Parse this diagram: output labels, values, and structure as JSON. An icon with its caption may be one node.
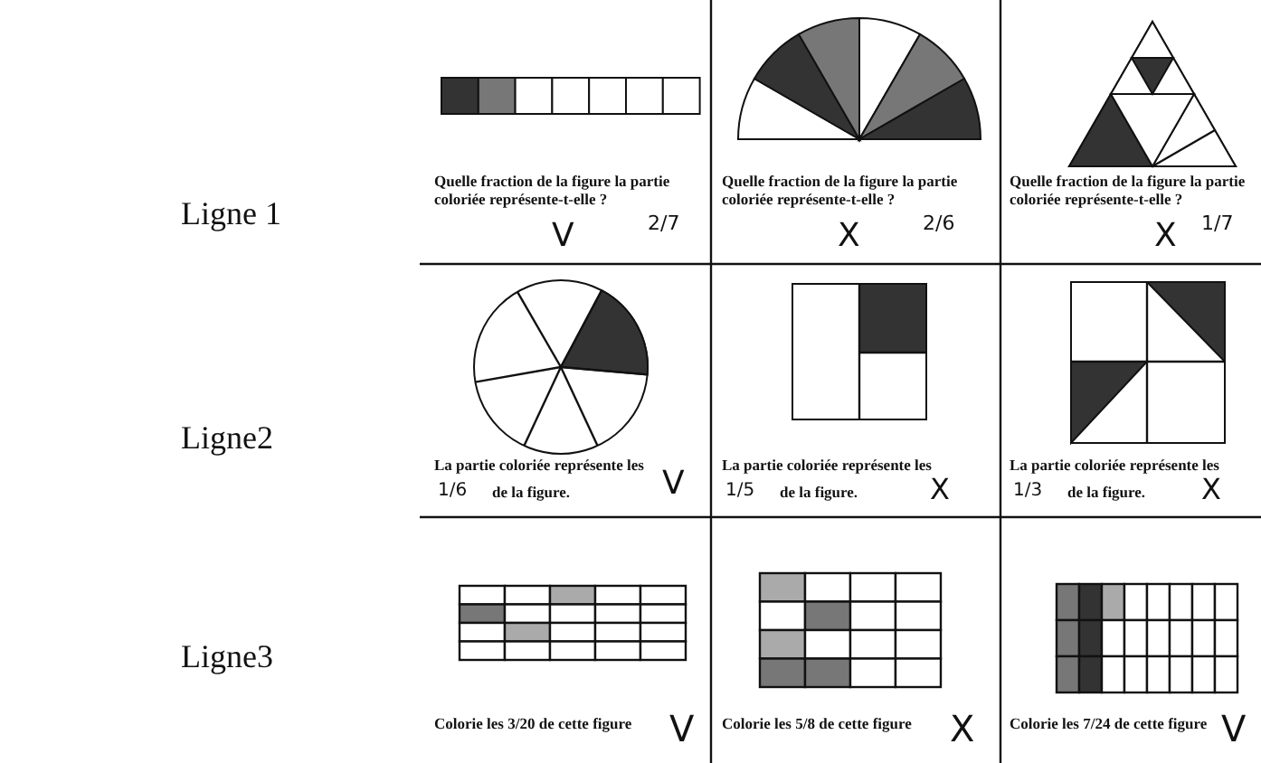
{
  "diagram": {
    "labels": [
      "Ligne 1",
      "Quelle fraction de la figure la partie coloriée représente-t-elle ?",
      "V",
      "2/7",
      "Quelle fraction de la figure la partie coloriée représente-t-elle ?",
      "X",
      "2/6",
      "Quelle fraction de la figure la partie coloriée représente-t-elle ?",
      "X",
      "1/7",
      "Ligne2",
      "La partie coloriée représente les",
      "1/6",
      "de la figure.",
      "V",
      "La partie coloriée représente les",
      "1/5",
      "de la figure.",
      "X",
      "La partie coloriée représente les",
      "1/3",
      "de la figure.",
      "X",
      "Ligne3",
      "Colorie les 3/20 de cette figure",
      "V",
      "Colorie les 5/8 de cette figure",
      "X",
      "Colorie les 7/24 de cette figure",
      "V"
    ]
  }
}
